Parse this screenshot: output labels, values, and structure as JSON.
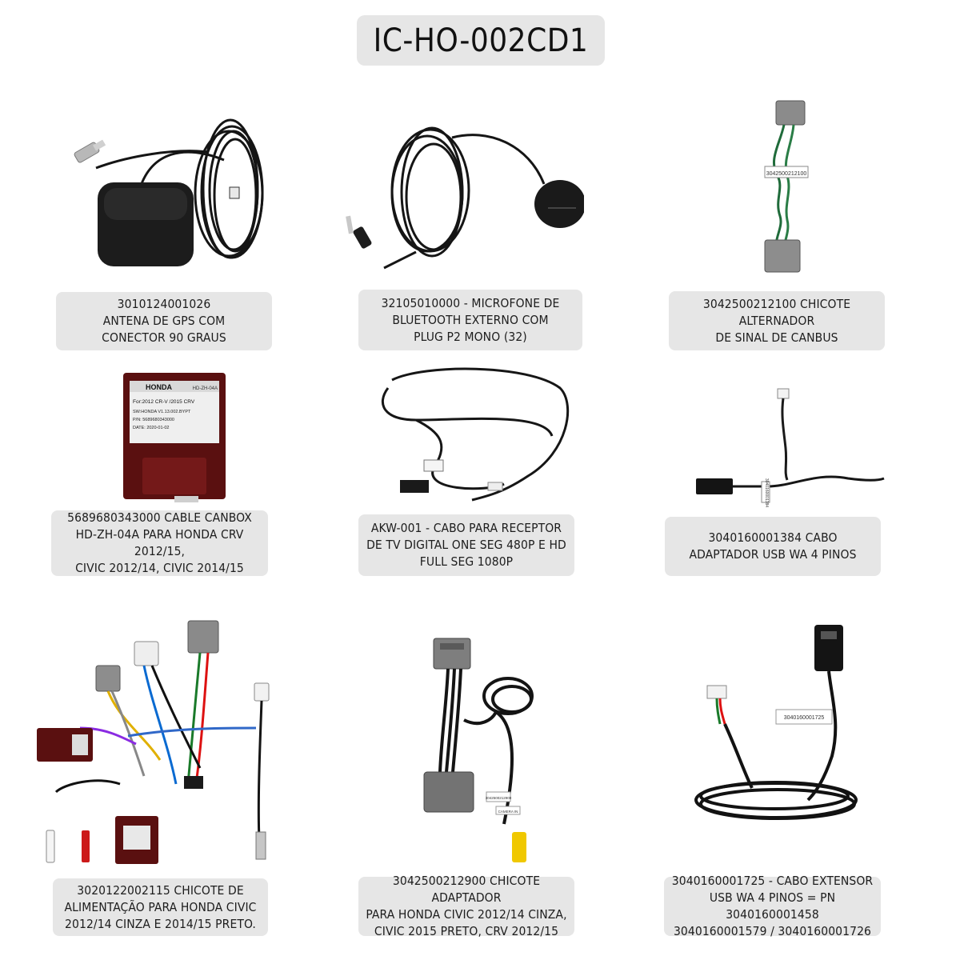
{
  "title": "IC-HO-002CD1",
  "items": [
    {
      "label": "3010124001026\nANTENA DE GPS COM\nCONECTOR 90 GRAUS"
    },
    {
      "label": "32105010000 - MICROFONE DE\nBLUETOOTH EXTERNO COM\nPLUG P2 MONO (32)"
    },
    {
      "label": "3042500212100  CHICOTE ALTERNADOR\nDE SINAL DE CANBUS"
    },
    {
      "label": "5689680343000 CABLE CANBOX\nHD-ZH-04A PARA HONDA CRV 2012/15,\nCIVIC 2012/14, CIVIC 2014/15"
    },
    {
      "label": "AKW-001 - CABO PARA RECEPTOR\nDE TV DIGITAL ONE SEG 480P E HD\nFULL SEG 1080P"
    },
    {
      "label": "3040160001384 CABO\nADAPTADOR USB WA 4 PINOS"
    },
    {
      "label": "3020122002115  CHICOTE DE\nALIMENTAÇÃO PARA HONDA CIVIC\n2012/14 CINZA E 2014/15 PRETO."
    },
    {
      "label": "3042500212900 CHICOTE ADAPTADOR\nPARA HONDA CIVIC 2012/14 CINZA,\nCIVIC 2015 PRETO, CRV 2012/15"
    },
    {
      "label": "3040160001725 - CABO EXTENSOR\nUSB WA 4 PINOS = PN 3040160001458\n3040160001579 / 3040160001726"
    }
  ],
  "photo_text": {
    "wire_tag_1": "3042500212100",
    "canbox_brand": "HONDA",
    "canbox_model": "HD-ZH-04A",
    "canbox_for": "For:2012 CR-V /2015 CRV",
    "canbox_sw": "SW:HONDA V1.13.002.BYPT",
    "canbox_pn": "P/N: 5689680343000",
    "canbox_date": "DATE: 2020-01-02",
    "usb_tag": "3040160001384",
    "harness_tag": "3042500212900",
    "camera_tag": "CAMERA IN",
    "ext_tag": "3040160001725"
  }
}
